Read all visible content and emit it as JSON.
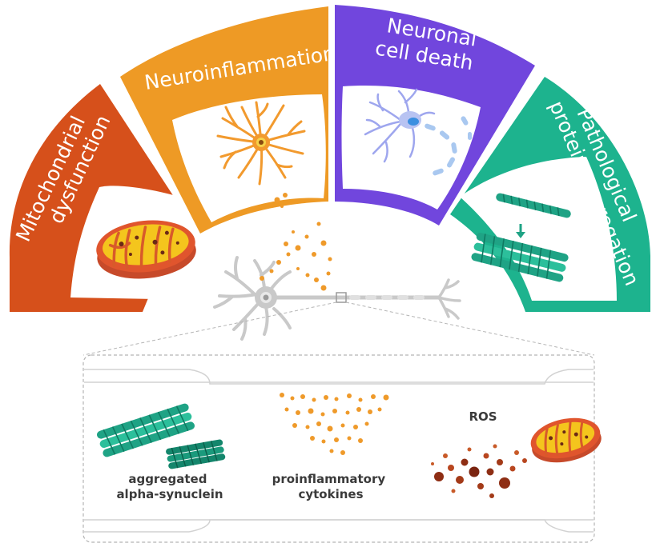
{
  "segments": {
    "mito": {
      "line1": "Mitochondrial",
      "line2": "dysfunction",
      "color": "#d6501b"
    },
    "neuroinflammation": {
      "line1": "Neuroinflammation",
      "color": "#ee9a25"
    },
    "death": {
      "line1": "Neuronal",
      "line2": "cell death",
      "color": "#7146dd"
    },
    "protein": {
      "line1": "Pathological",
      "line2": "protein aggregation",
      "color": "#1db38e"
    }
  },
  "axon_panel": {
    "labels": {
      "synuclein_1": "aggregated",
      "synuclein_2": "alpha-synuclein",
      "cytokines_1": "proinflammatory",
      "cytokines_2": "cytokines",
      "ros": "ROS"
    }
  }
}
